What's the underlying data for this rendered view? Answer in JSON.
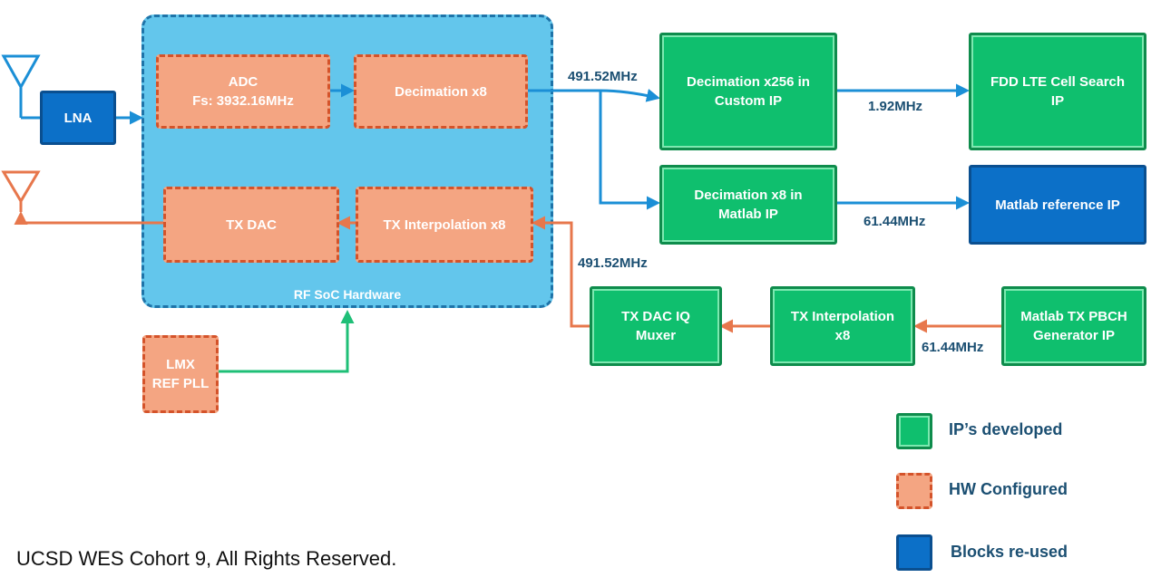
{
  "blocks": {
    "lna": "LNA",
    "adc_line1": "ADC",
    "adc_line2": "Fs: 3932.16MHz",
    "decimation_x8": "Decimation x8",
    "tx_dac": "TX DAC",
    "tx_interp_hw": "TX Interpolation x8",
    "rfsoc_label": "RF SoC Hardware",
    "lmx_line1": "LMX",
    "lmx_line2": "REF PLL",
    "dec256_line1": "Decimation x256 in",
    "dec256_line2": "Custom IP",
    "fdd_line1": "FDD LTE Cell Search",
    "fdd_line2": "IP",
    "dec8_matlab_line1": "Decimation x8 in",
    "dec8_matlab_line2": "Matlab IP",
    "matlab_ref": "Matlab reference IP",
    "txdac_iq_line1": "TX DAC IQ",
    "txdac_iq_line2": "Muxer",
    "tx_interp_ip_line1": "TX Interpolation",
    "tx_interp_ip_line2": "x8",
    "pbch_line1": "Matlab TX PBCH",
    "pbch_line2": "Generator IP"
  },
  "rates": {
    "rx_rate": "491.52MHz",
    "cell_search_rate": "1.92MHz",
    "matlab_ref_rate": "61.44MHz",
    "tx_rate": "491.52MHz",
    "pbch_rate": "61.44MHz"
  },
  "legend": {
    "developed": "IP’s developed",
    "hw_configured": "HW Configured",
    "reused": "Blocks re-used"
  },
  "copyright": "UCSD WES Cohort 9, All Rights Reserved.",
  "colors": {
    "ip_green": "#0fbf6e",
    "hw_orange": "#f4a582",
    "reused_blue": "#0c70c8",
    "rfsoc_blue": "#63c6ec",
    "label_navy": "#1b4f72"
  }
}
